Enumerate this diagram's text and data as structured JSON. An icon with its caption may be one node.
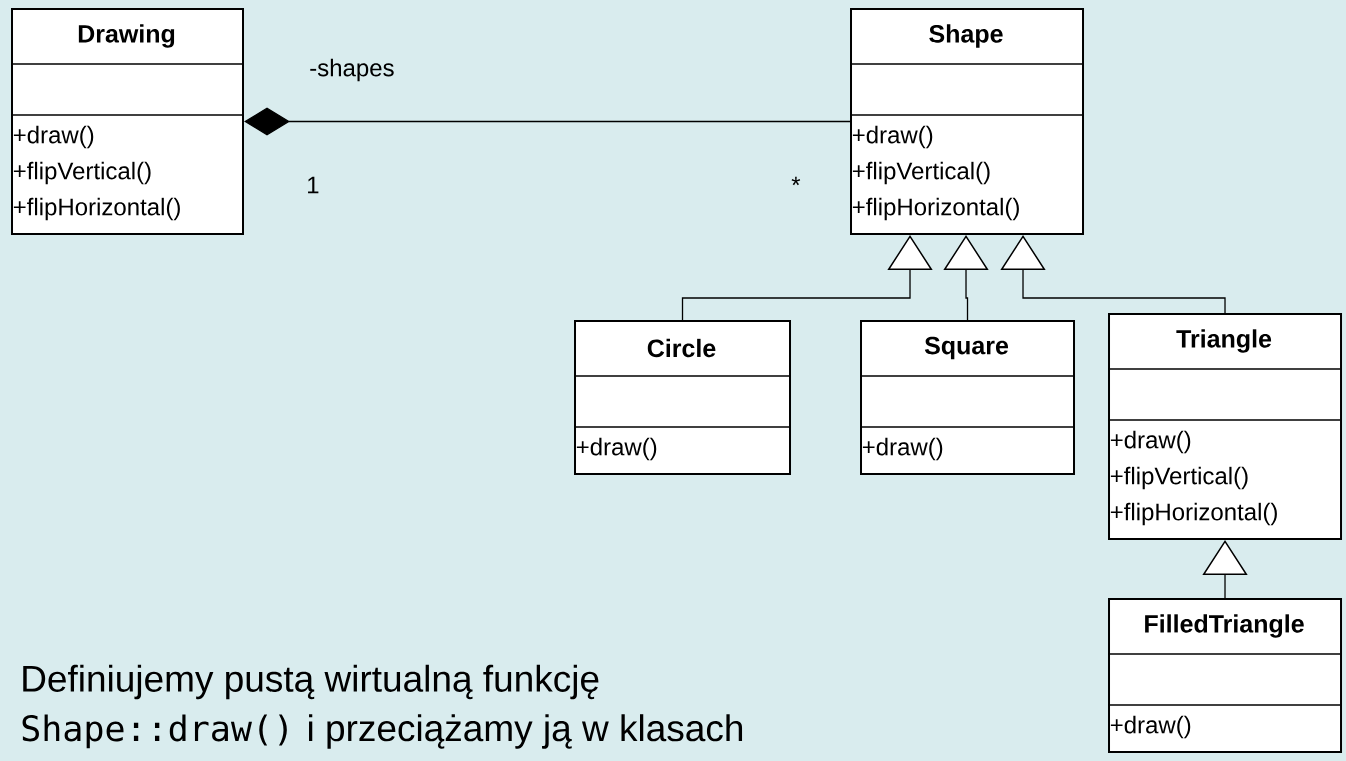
{
  "diagram": {
    "nodes": [
      {
        "text": [
          "Drawing",
          "+draw()",
          "+flipVertical()",
          "+flipHorizontal()"
        ]
      },
      {
        "text": [
          "Shape",
          "+draw()",
          "+flipVertical()",
          "+flipHorizontal()"
        ]
      },
      {
        "text": [
          "Circle",
          "+draw()"
        ]
      },
      {
        "text": [
          "Square",
          "+draw()"
        ]
      },
      {
        "text": [
          "Triangle",
          "+draw()",
          "+flipVertical()",
          "+flipHorizontal()"
        ]
      },
      {
        "text": [
          "FilledTriangle",
          "+draw()"
        ]
      }
    ],
    "edges": [
      {
        "from": 0,
        "to": 1,
        "arrow": "other",
        "label": "-shapes"
      },
      {
        "from": 2,
        "to": 1,
        "arrow": "to"
      },
      {
        "from": 3,
        "to": 1,
        "arrow": "to"
      },
      {
        "from": 4,
        "to": 1,
        "arrow": "to"
      },
      {
        "from": 5,
        "to": 4,
        "arrow": "to"
      }
    ],
    "labels": [
      "1",
      "*",
      "Definiujemy pustą wirtualną funkcję",
      "Shape::draw()",
      "i przeciążamy ją w klasach"
    ]
  }
}
